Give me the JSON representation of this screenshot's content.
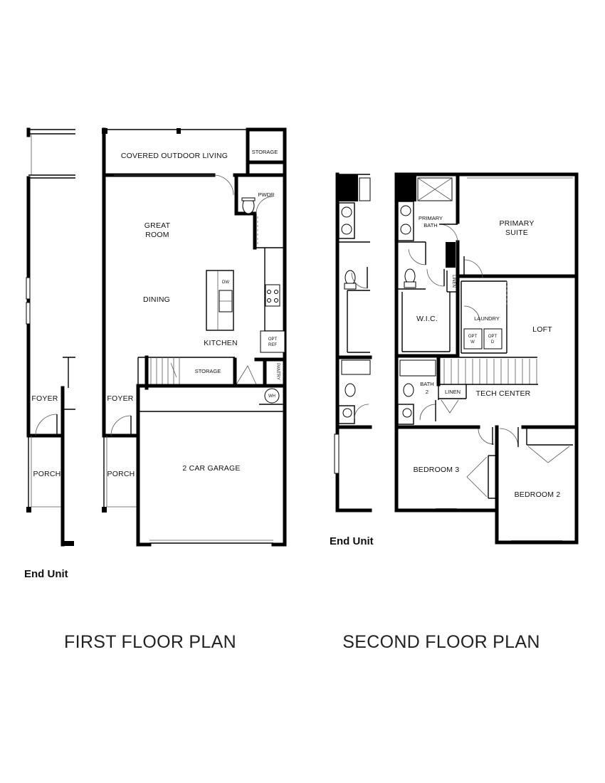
{
  "first_floor": {
    "title": "FIRST FLOOR PLAN",
    "end_unit_label": "End Unit",
    "rooms": {
      "covered_outdoor": "COVERED OUTDOOR LIVING",
      "storage_top": "STORAGE",
      "pwdr": "PWDR",
      "great_room_1": "GREAT",
      "great_room_2": "ROOM",
      "dining": "DINING",
      "dw": "DW",
      "kitchen": "KITCHEN",
      "opt_ref_1": "OPT",
      "opt_ref_2": "REF",
      "storage_stair": "STORAGE",
      "pantry": "PANTRY",
      "wh": "WH",
      "foyer": "FOYER",
      "end_foyer": "FOYER",
      "porch": "PORCH",
      "end_porch": "PORCH",
      "garage": "2 CAR GARAGE"
    }
  },
  "second_floor": {
    "title": "SECOND FLOOR PLAN",
    "end_unit_label": "End Unit",
    "rooms": {
      "primary_bath_1": "PRIMARY",
      "primary_bath_2": "BATH",
      "primary_suite_1": "PRIMARY",
      "primary_suite_2": "SUITE",
      "linen_vert": "LINEN",
      "wic": "W.I.C.",
      "laundry": "LAUNDRY",
      "opt_w_1": "OPT",
      "opt_w_2": "W",
      "opt_d_1": "OPT",
      "opt_d_2": "D",
      "loft": "LOFT",
      "bath2_1": "BATH",
      "bath2_2": "2",
      "linen": "LINEN",
      "tech_center": "TECH CENTER",
      "bedroom3": "BEDROOM 3",
      "bedroom2": "BEDROOM 2"
    }
  }
}
